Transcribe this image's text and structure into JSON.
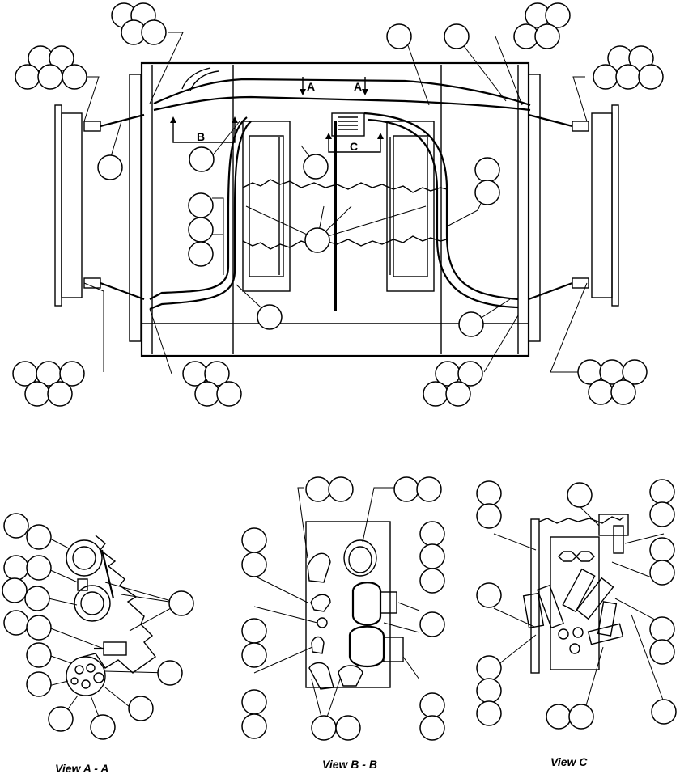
{
  "diagram": {
    "section_label_a": "A",
    "section_label_b": "B",
    "section_label_c": "C",
    "captions": {
      "view_a": "View A - A",
      "view_b": "View B - B",
      "view_c": "View C"
    }
  }
}
